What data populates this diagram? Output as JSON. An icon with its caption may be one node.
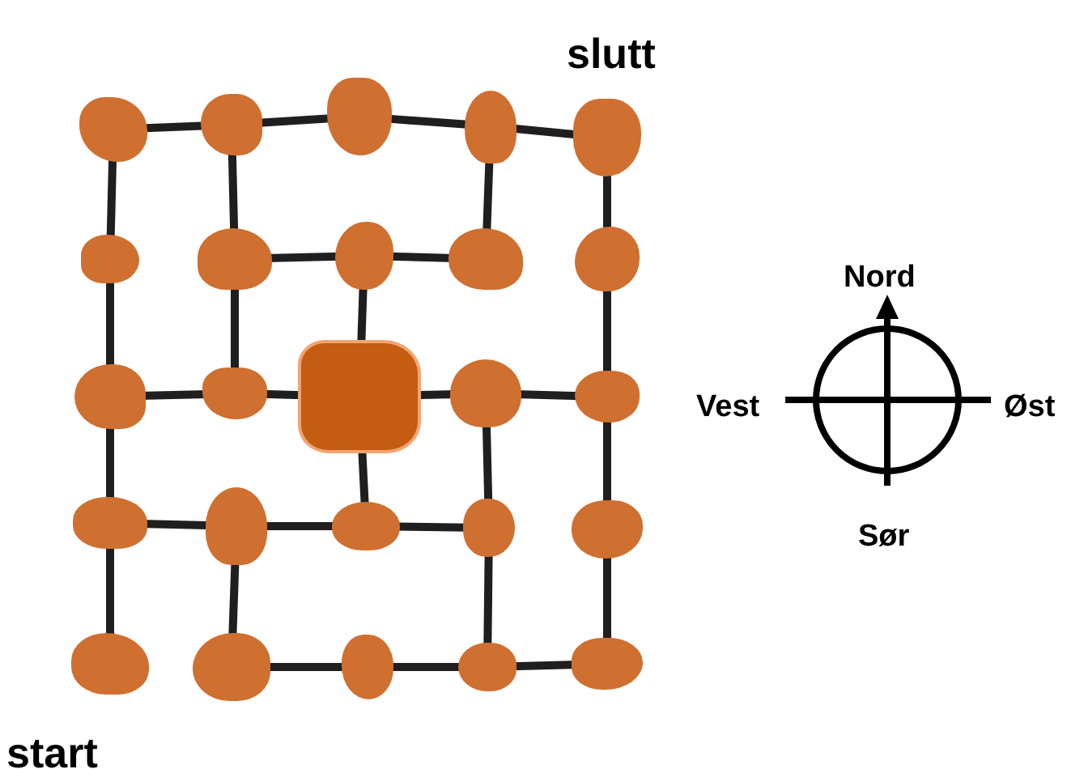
{
  "diagram": {
    "nodes": [
      {
        "text": [],
        "shape": "blob"
      },
      {
        "text": [],
        "shape": "blob"
      },
      {
        "text": [],
        "shape": "blob"
      },
      {
        "text": [],
        "shape": "blob"
      },
      {
        "text": [],
        "shape": "blob"
      },
      {
        "text": [],
        "shape": "blob"
      },
      {
        "text": [],
        "shape": "blob"
      },
      {
        "text": [],
        "shape": "blob"
      },
      {
        "text": [],
        "shape": "blob"
      },
      {
        "text": [],
        "shape": "blob"
      },
      {
        "text": [],
        "shape": "blob"
      },
      {
        "text": [],
        "shape": "blob"
      },
      {
        "text": [],
        "shape": "blob"
      },
      {
        "text": [],
        "shape": "blob"
      },
      {
        "text": [],
        "shape": "blob"
      },
      {
        "text": [],
        "shape": "blob"
      },
      {
        "text": [],
        "shape": "blob"
      },
      {
        "text": [],
        "shape": "blob"
      },
      {
        "text": [],
        "shape": "blob"
      },
      {
        "text": [],
        "shape": "blob"
      },
      {
        "text": [],
        "shape": "blob"
      },
      {
        "text": [],
        "shape": "blob"
      },
      {
        "text": [],
        "shape": "blob"
      },
      {
        "text": [],
        "shape": "blob"
      },
      {
        "text": [],
        "shape": "blob"
      }
    ],
    "edges": [
      {
        "from": 0,
        "to": 1,
        "arrow": "none"
      },
      {
        "from": 1,
        "to": 2,
        "arrow": "none"
      },
      {
        "from": 2,
        "to": 3,
        "arrow": "none"
      },
      {
        "from": 3,
        "to": 4,
        "arrow": "none"
      },
      {
        "from": 0,
        "to": 5,
        "arrow": "none"
      },
      {
        "from": 1,
        "to": 6,
        "arrow": "none"
      },
      {
        "from": 3,
        "to": 8,
        "arrow": "none"
      },
      {
        "from": 4,
        "to": 9,
        "arrow": "none"
      },
      {
        "from": 6,
        "to": 7,
        "arrow": "none"
      },
      {
        "from": 7,
        "to": 8,
        "arrow": "none"
      },
      {
        "from": 5,
        "to": 10,
        "arrow": "none"
      },
      {
        "from": 6,
        "to": 11,
        "arrow": "none"
      },
      {
        "from": 7,
        "to": 12,
        "arrow": "none"
      },
      {
        "from": 9,
        "to": 14,
        "arrow": "none"
      },
      {
        "from": 10,
        "to": 11,
        "arrow": "none"
      },
      {
        "from": 11,
        "to": 12,
        "arrow": "none"
      },
      {
        "from": 12,
        "to": 13,
        "arrow": "none"
      },
      {
        "from": 13,
        "to": 14,
        "arrow": "none"
      },
      {
        "from": 10,
        "to": 15,
        "arrow": "none"
      },
      {
        "from": 12,
        "to": 17,
        "arrow": "none"
      },
      {
        "from": 13,
        "to": 18,
        "arrow": "none"
      },
      {
        "from": 14,
        "to": 19,
        "arrow": "none"
      },
      {
        "from": 15,
        "to": 16,
        "arrow": "none"
      },
      {
        "from": 16,
        "to": 17,
        "arrow": "none"
      },
      {
        "from": 17,
        "to": 18,
        "arrow": "none"
      },
      {
        "from": 15,
        "to": 20,
        "arrow": "none"
      },
      {
        "from": 16,
        "to": 21,
        "arrow": "none"
      },
      {
        "from": 18,
        "to": 23,
        "arrow": "none"
      },
      {
        "from": 19,
        "to": 24,
        "arrow": "none"
      },
      {
        "from": 21,
        "to": 22,
        "arrow": "none"
      },
      {
        "from": 22,
        "to": 23,
        "arrow": "none"
      },
      {
        "from": 23,
        "to": 24,
        "arrow": "none"
      }
    ],
    "labels": [
      "slutt",
      "Nord",
      "Vest",
      "Øst",
      "Sør",
      "start"
    ]
  }
}
